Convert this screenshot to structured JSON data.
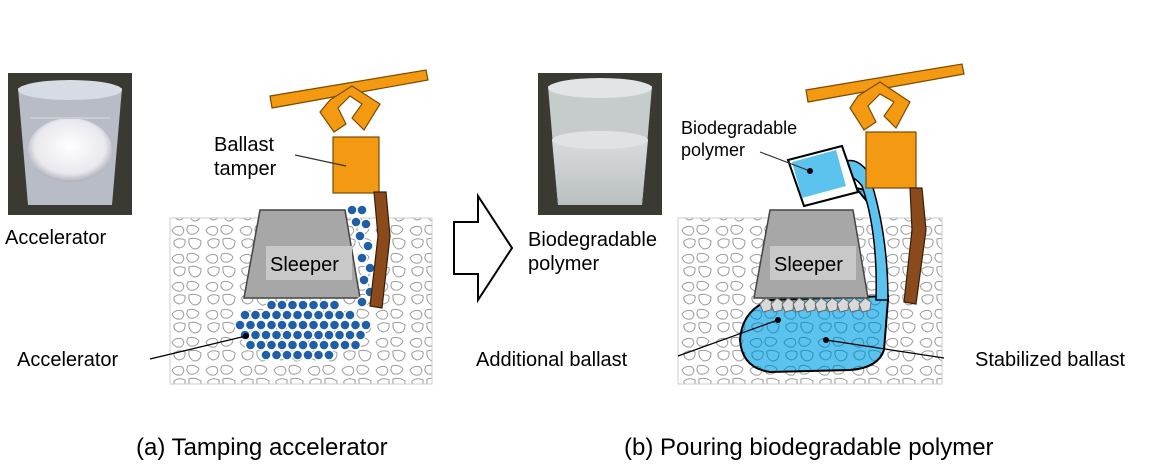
{
  "panel_a": {
    "photo_label": "Accelerator",
    "tamper_label_1": "Ballast",
    "tamper_label_2": "tamper",
    "sleeper_label": "Sleeper",
    "accelerator_pointer_label": "Accelerator",
    "caption": "(a) Tamping accelerator"
  },
  "panel_b": {
    "photo_label_1": "Biodegradable",
    "photo_label_2": "polymer",
    "container_label_1": "Biodegradable",
    "container_label_2": "polymer",
    "sleeper_label": "Sleeper",
    "additional_ballast_label": "Additional ballast",
    "stabilized_ballast_label": "Stabilized ballast",
    "caption": "(b) Pouring biodegradable polymer"
  },
  "colors": {
    "tamper_orange": "#f39a12",
    "polymer_blue": "#5cc3ee",
    "accelerator_blue": "#1f5fa8",
    "sleeper_grey": "#a7a7a7",
    "tine_brown": "#8b4a1c"
  }
}
